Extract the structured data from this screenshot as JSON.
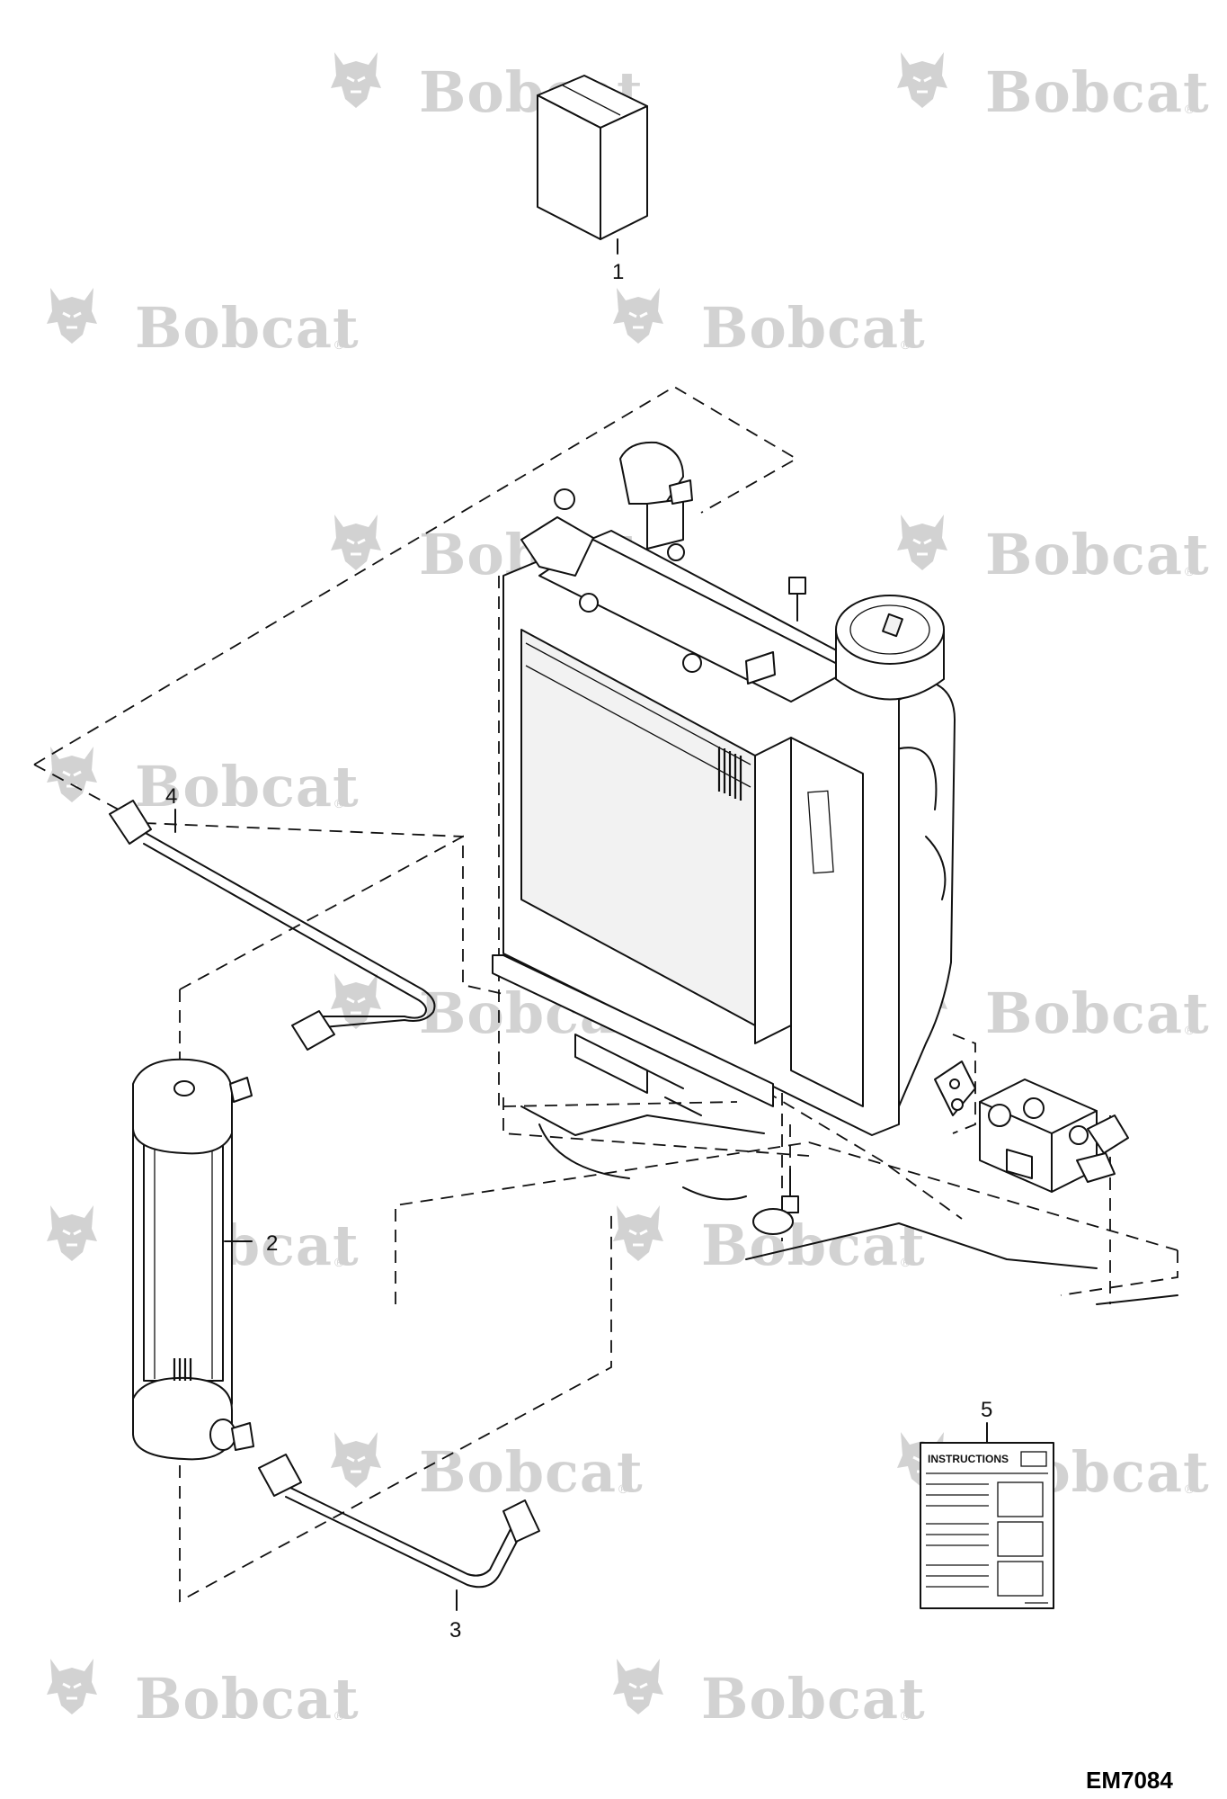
{
  "watermark": {
    "brand": "Bobcat",
    "mark": "®",
    "icon": "bobcat-head-logo-icon"
  },
  "callouts": [
    {
      "id": "1",
      "label": "1"
    },
    {
      "id": "2",
      "label": "2"
    },
    {
      "id": "3",
      "label": "3"
    },
    {
      "id": "4",
      "label": "4"
    },
    {
      "id": "5",
      "label": "5"
    }
  ],
  "instructions_card": {
    "title": "INSTRUCTIONS"
  },
  "drawing_id": "EM7084",
  "colors": {
    "line": "#111111",
    "watermark": "#d2d2d2",
    "background": "#ffffff"
  }
}
